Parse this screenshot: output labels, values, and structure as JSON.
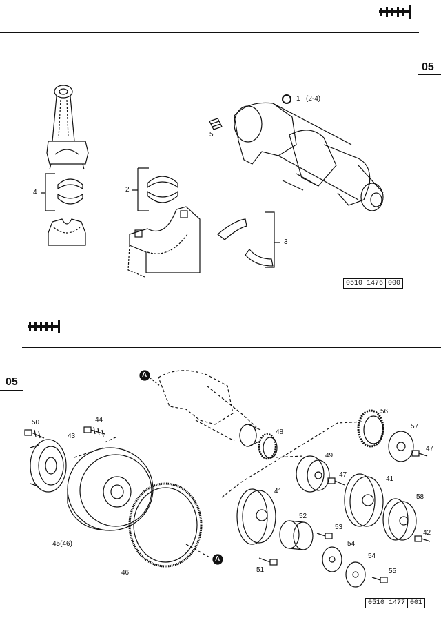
{
  "top_section": {
    "tag": "05",
    "ref_code": [
      "0510",
      "1476",
      "000"
    ],
    "callouts": {
      "c1": "1",
      "c1_qty": "(2-4)",
      "c2": "2",
      "c3": "3",
      "c4": "4",
      "c5": "5"
    }
  },
  "bottom_section": {
    "tag": "05",
    "ref_code": [
      "0510",
      "1477",
      "001"
    ],
    "marker": "A",
    "callouts": {
      "c41a": "41",
      "c41b": "41",
      "c42": "42",
      "c43": "43",
      "c44": "44",
      "c45": "45(46)",
      "c46": "46",
      "c47a": "47",
      "c47b": "47",
      "c48": "48",
      "c49": "49",
      "c50": "50",
      "c51": "51",
      "c52": "52",
      "c53": "53",
      "c54a": "54",
      "c54b": "54",
      "c55": "55",
      "c56": "56",
      "c57": "57",
      "c58": "58"
    }
  },
  "logo_icon": "engine-block-icon"
}
